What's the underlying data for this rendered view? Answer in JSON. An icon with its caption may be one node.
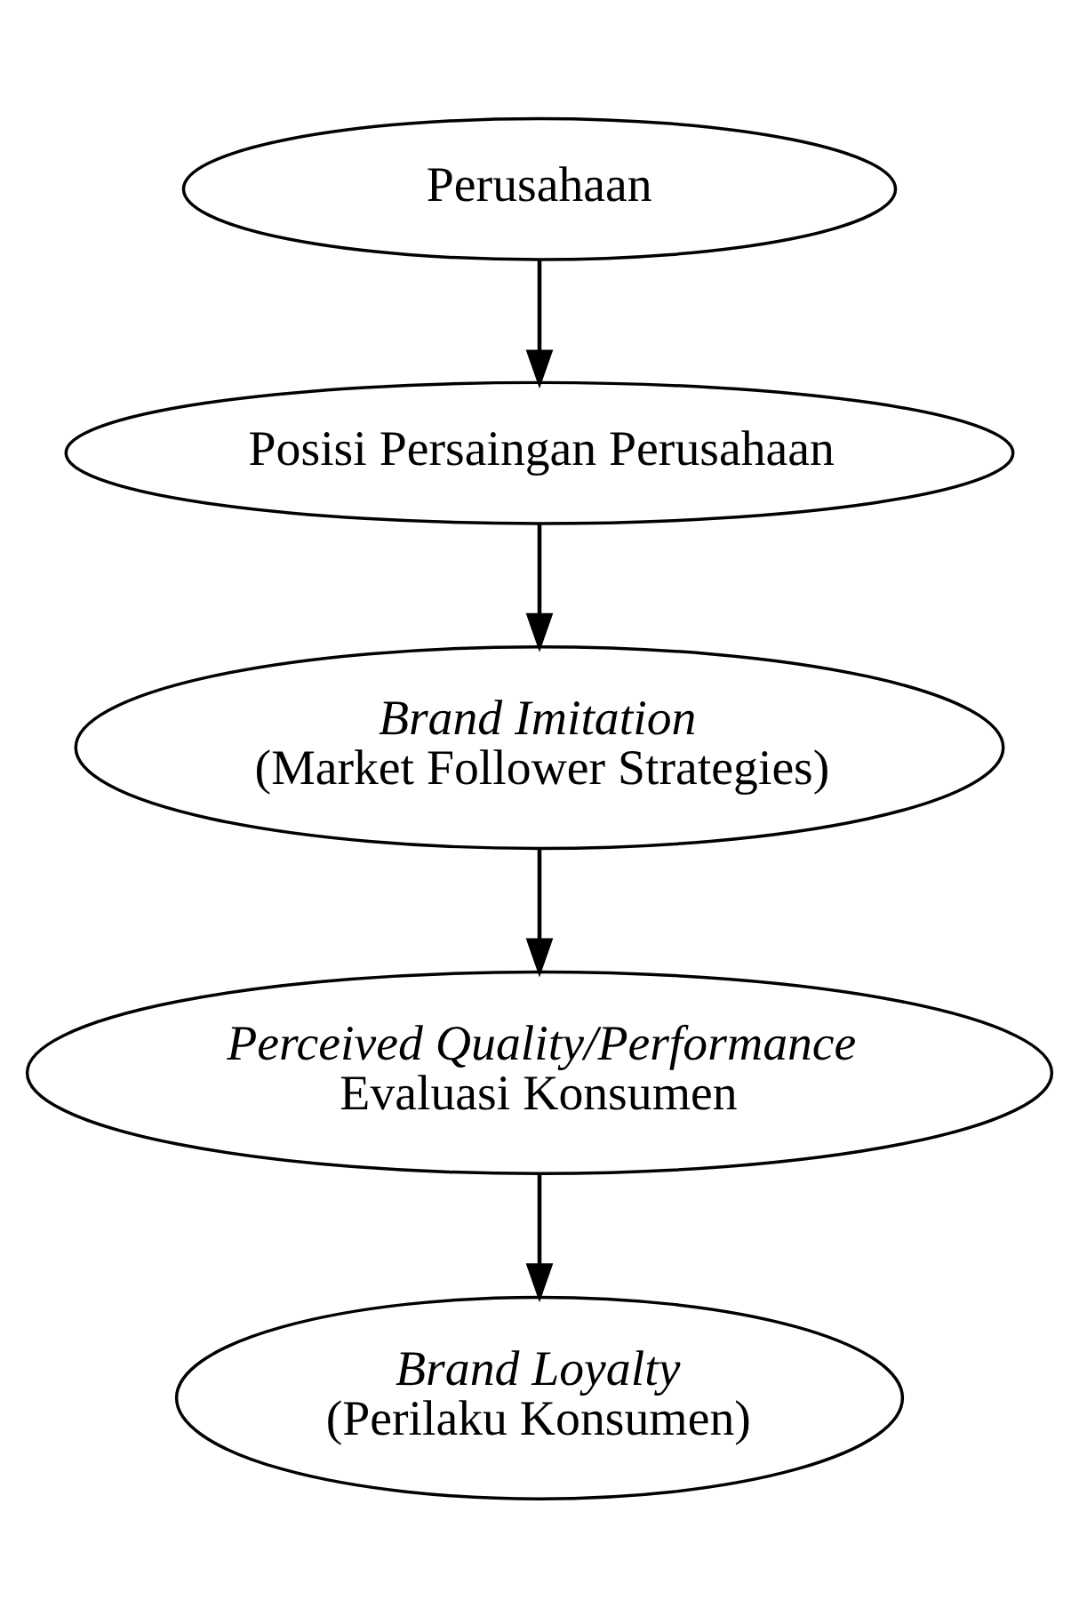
{
  "diagram": {
    "nodes": [
      {
        "text": [
          "Perusahaan"
        ]
      },
      {
        "text": [
          "Posisi Persaingan Perusahaan"
        ]
      },
      {
        "text": [
          "Brand Imitation",
          "(Market Follower Strategies)"
        ]
      },
      {
        "text": [
          "Perceived Quality/Performance",
          "Evaluasi Konsumen"
        ]
      },
      {
        "text": [
          "Brand Loyalty",
          "(Perilaku Konsumen)"
        ]
      }
    ],
    "edges": [
      {
        "from": 0,
        "to": 1,
        "arrow": "to"
      },
      {
        "from": 1,
        "to": 2,
        "arrow": "to"
      },
      {
        "from": 2,
        "to": 3,
        "arrow": "to"
      },
      {
        "from": 3,
        "to": 4,
        "arrow": "to"
      }
    ]
  }
}
